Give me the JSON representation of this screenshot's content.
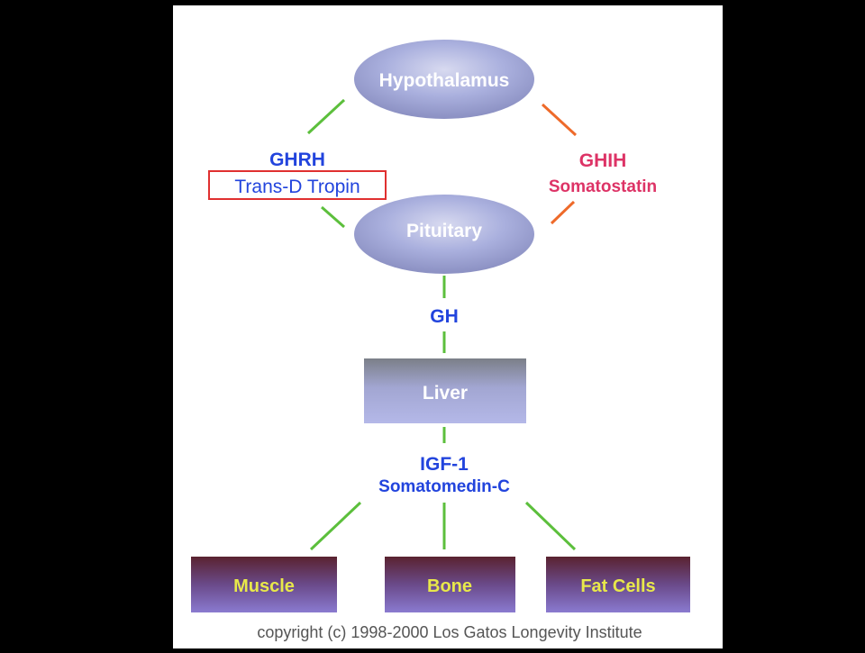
{
  "diagram": {
    "nodes": {
      "hypothalamus": "Hypothalamus",
      "pituitary": "Pituitary",
      "liver": "Liver",
      "muscle": "Muscle",
      "bone": "Bone",
      "fat_cells": "Fat Cells"
    },
    "labels": {
      "ghrh": "GHRH",
      "trans_d_tropin": "Trans-D Tropin",
      "ghih": "GHIH",
      "somatostatin": "Somatostatin",
      "gh": "GH",
      "igf1": "IGF-1",
      "somatomedin_c": "Somatomedin-C"
    },
    "copyright": "copyright (c) 1998-2000 Los Gatos Longevity Institute"
  },
  "colors": {
    "stimulate_line": "#5cbf3c",
    "inhibit_line": "#ee6a2a",
    "stimulate_text": "#2244dd",
    "inhibit_text": "#dd3366",
    "highlight_box": "#e03030",
    "target_text": "#e8e84a",
    "node_text": "#ffffff"
  }
}
